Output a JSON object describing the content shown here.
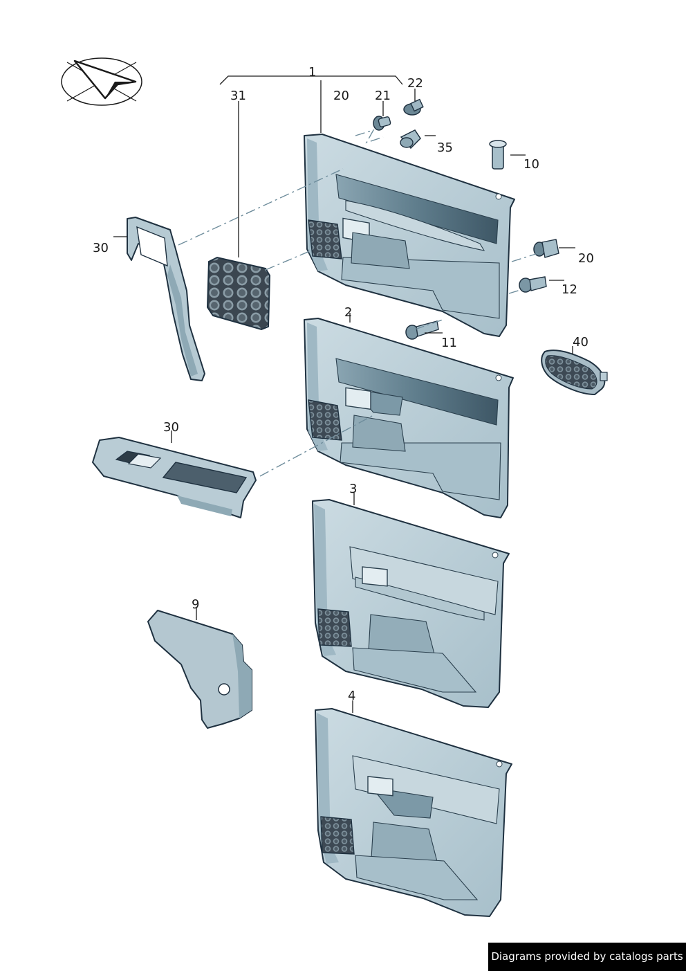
{
  "callouts": {
    "c1": "1",
    "c31": "31",
    "c20a": "20",
    "c21": "21",
    "c22": "22",
    "c35": "35",
    "c10": "10",
    "c30a": "30",
    "c20b": "20",
    "c12": "12",
    "c2": "2",
    "c11": "11",
    "c40": "40",
    "c30b": "30",
    "c3": "3",
    "c9": "9",
    "c4": "4"
  },
  "footer": {
    "text": "Diagrams provided by catalogs parts"
  },
  "colors": {
    "panel_fill": "#b9ccd5",
    "panel_shadow": "#8aa6b3",
    "panel_dark": "#6b8a99",
    "grille": "#3a4650",
    "outline": "#1f3140"
  },
  "icons": {
    "orientation": "compass-arrow-icon"
  }
}
